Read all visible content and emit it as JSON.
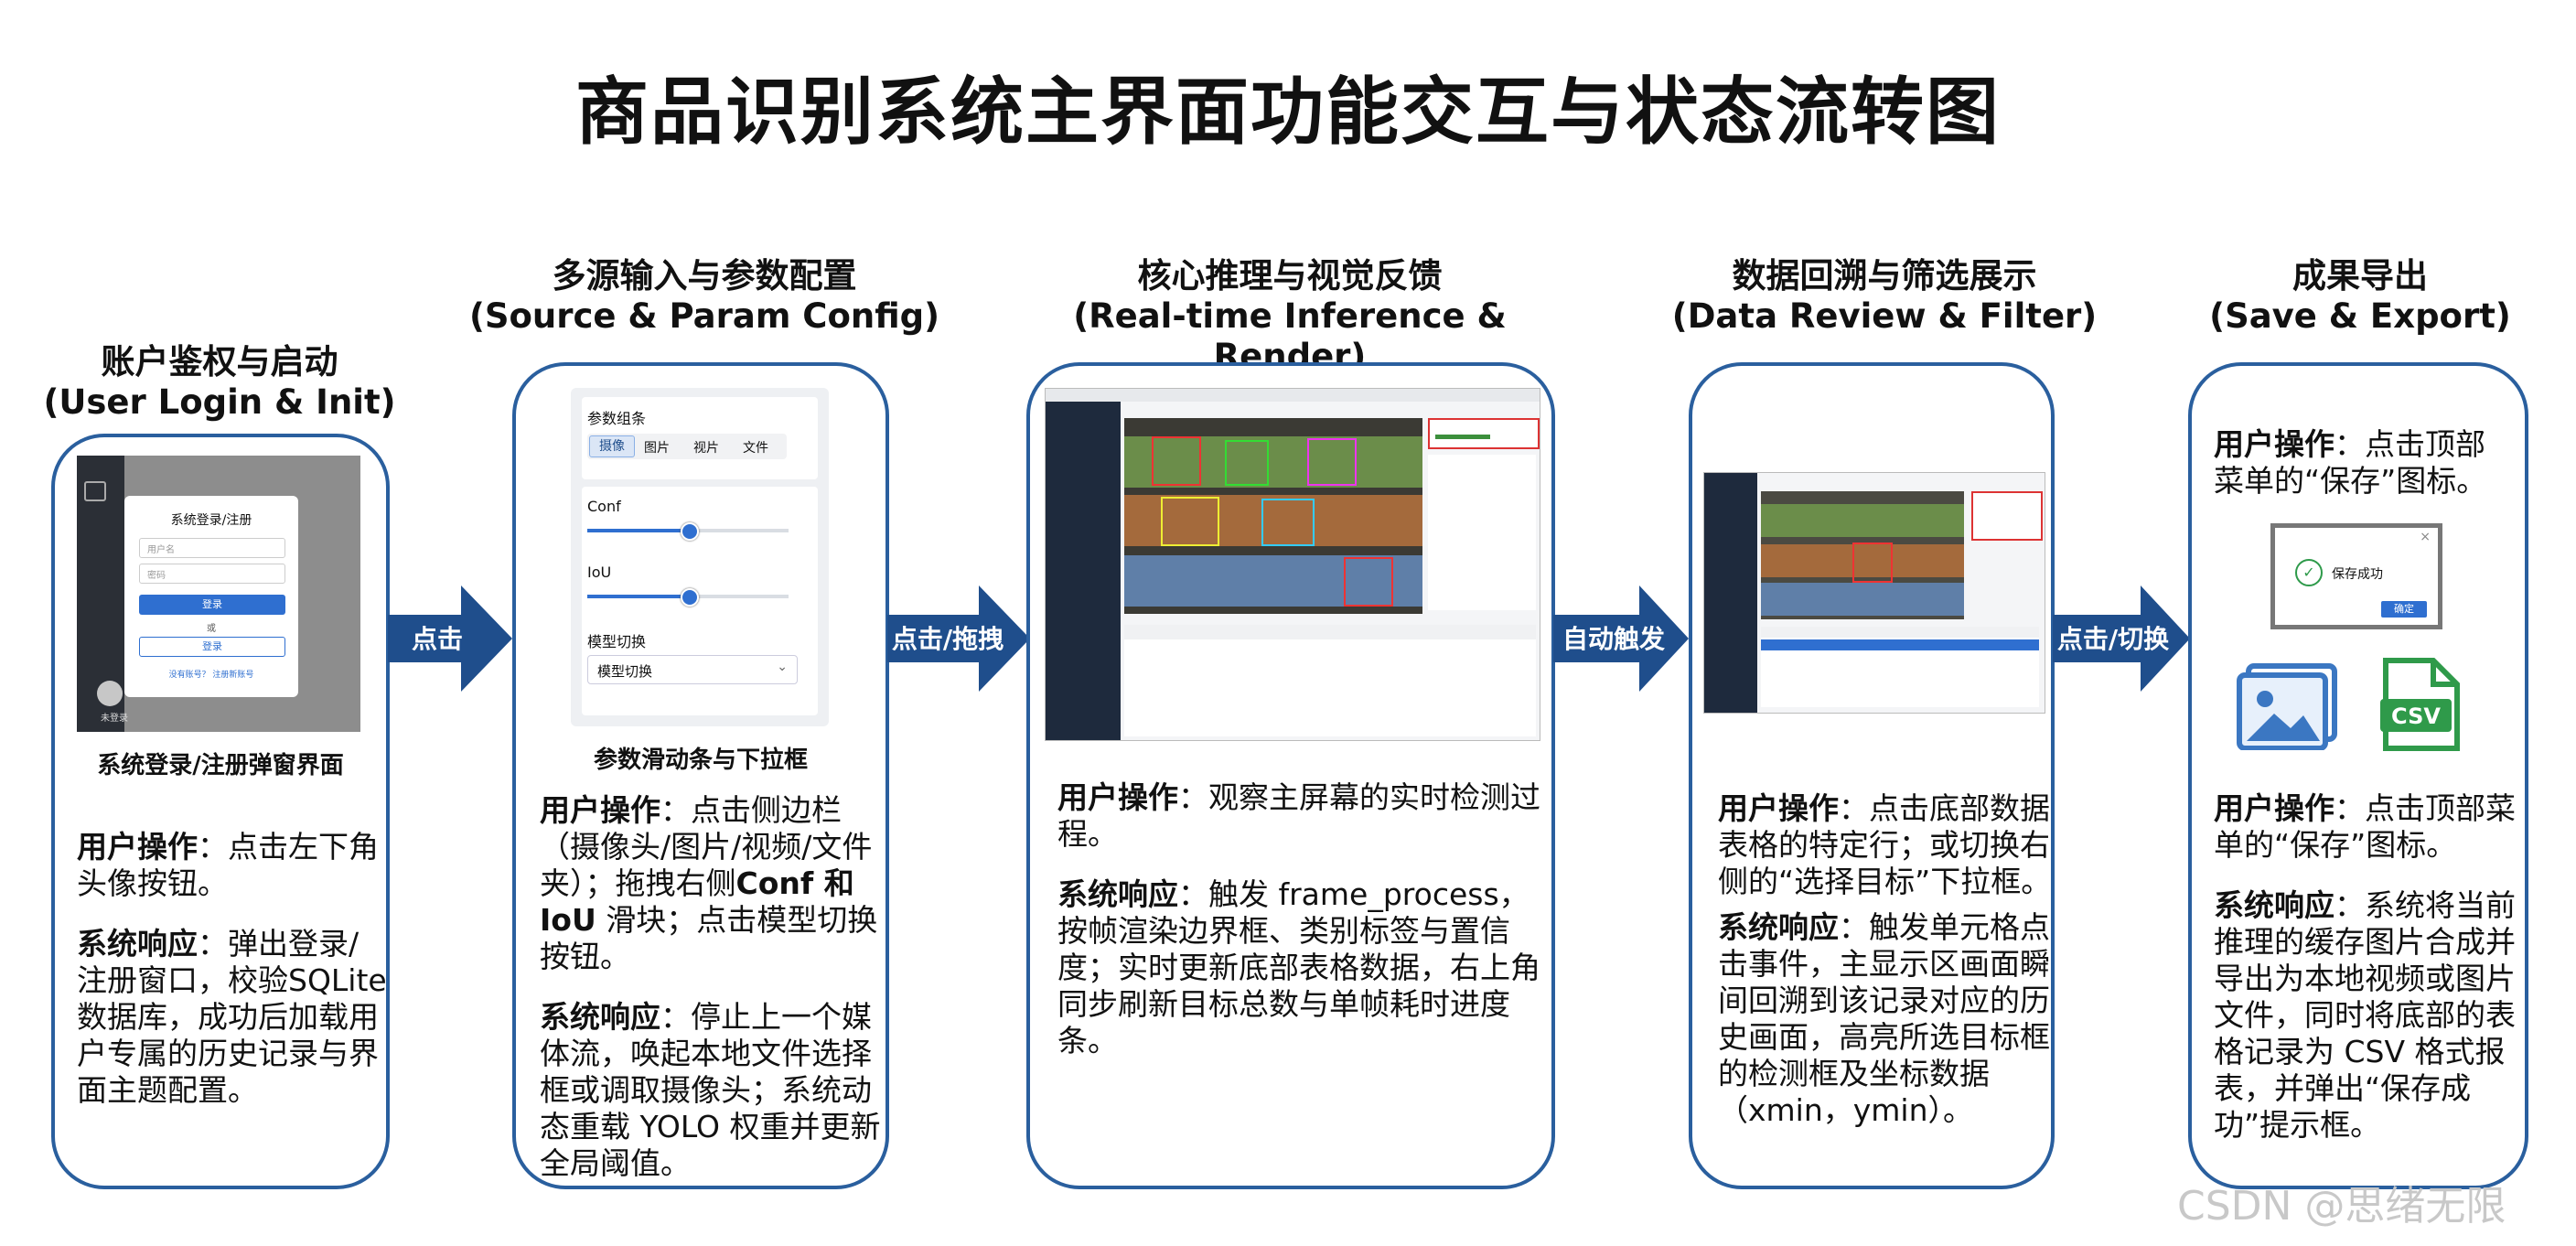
{
  "title": "商品识别系统主界面功能交互与状态流转图",
  "stages": [
    {
      "heading_cn": "账户鉴权与启动",
      "heading_en": "(User Login & Init)",
      "caption": "系统登录/注册弹窗界面",
      "user_op_label": "用户操作",
      "user_op": "：点击左下角头像按钮。",
      "sys_resp_label": "系统响应",
      "sys_resp": "：弹出登录/注册窗口，校验SQLite数据库，成功后加载用户专属的历史记录与界面主题配置。",
      "mock": {
        "dialog_title": "系统登录/注册",
        "username_placeholder": "用户名",
        "password_placeholder": "密码",
        "login_button": "登录",
        "or_text": "或",
        "register_button": "登录",
        "footer": "没有账号？ 注册新账号",
        "avatar_label": "未登录"
      }
    },
    {
      "heading_cn": "多源输入与参数配置",
      "heading_en": "(Source & Param Config)",
      "caption": "参数滑动条与下拉框",
      "user_op_label": "用户操作",
      "user_op": "：点击侧边栏（摄像头/图片/视频/文件夹）；拖拽右侧",
      "user_op_bold": "Conf 和 IoU",
      "user_op_tail": " 滑块；点击模型切换按钮。",
      "sys_resp_label": "系统响应",
      "sys_resp": "：停止上一个媒体流，唤起本地文件选择框或调取摄像头；系统动态重载 YOLO 权重并更新全局阈值。",
      "mock": {
        "panel_title": "参数组条",
        "tabs": [
          "摄像",
          "图片",
          "视片",
          "文件"
        ],
        "conf_label": "Conf",
        "iou_label": "IoU",
        "model_label": "模型切换",
        "model_select": "模型切换"
      }
    },
    {
      "heading_cn": "核心推理与视觉反馈",
      "heading_en": "(Real-time Inference & Render)",
      "user_op_label": "用户操作",
      "user_op": "：观察主屏幕的实时检测过程。",
      "sys_resp_label": "系统响应",
      "sys_resp": "：触发 frame_process，按帧渲染边界框、类别标签与置信度；实时更新底部表格数据，右上角同步刷新目标总数与单帧耗时进度条。"
    },
    {
      "heading_cn": "数据回溯与筛选展示",
      "heading_en": "(Data Review & Filter)",
      "user_op_label": "用户操作",
      "user_op": "：点击底部数据表格的特定行；或切换右侧的“选择目标”下拉框。",
      "sys_resp_label": "系统响应",
      "sys_resp": "：触发单元格点击事件，主显示区画面瞬间回溯到该记录对应的历史画面，高亮所选目标框的检测框及坐标数据（xmin，ymin）。"
    },
    {
      "heading_cn": "成果导出",
      "heading_en": "(Save & Export)",
      "user_op_label": "用户操作",
      "user_op": "：点击顶部菜单的“保存”图标。",
      "user_op2_label": "用户操作",
      "user_op2": "：点击顶部菜单的“保存”图标。",
      "sys_resp_label": "系统响应",
      "sys_resp": "：系统将当前推理的缓存图片合成并导出为本地视频或图片文件，同时将底部的表格记录为 CSV 格式报表，并弹出“保存成功”提示框。",
      "mock": {
        "dialog_text": "保存成功",
        "dialog_button": "确定",
        "csv_label": "CSV"
      }
    }
  ],
  "arrows": [
    "点击",
    "点击/拖拽",
    "自动触发",
    "点击/切换"
  ],
  "watermark": "CSDN @思绪无限",
  "colors": {
    "border": "#2a5f9e",
    "arrow": "#1f4e8c",
    "accent": "#2f6fd0"
  }
}
